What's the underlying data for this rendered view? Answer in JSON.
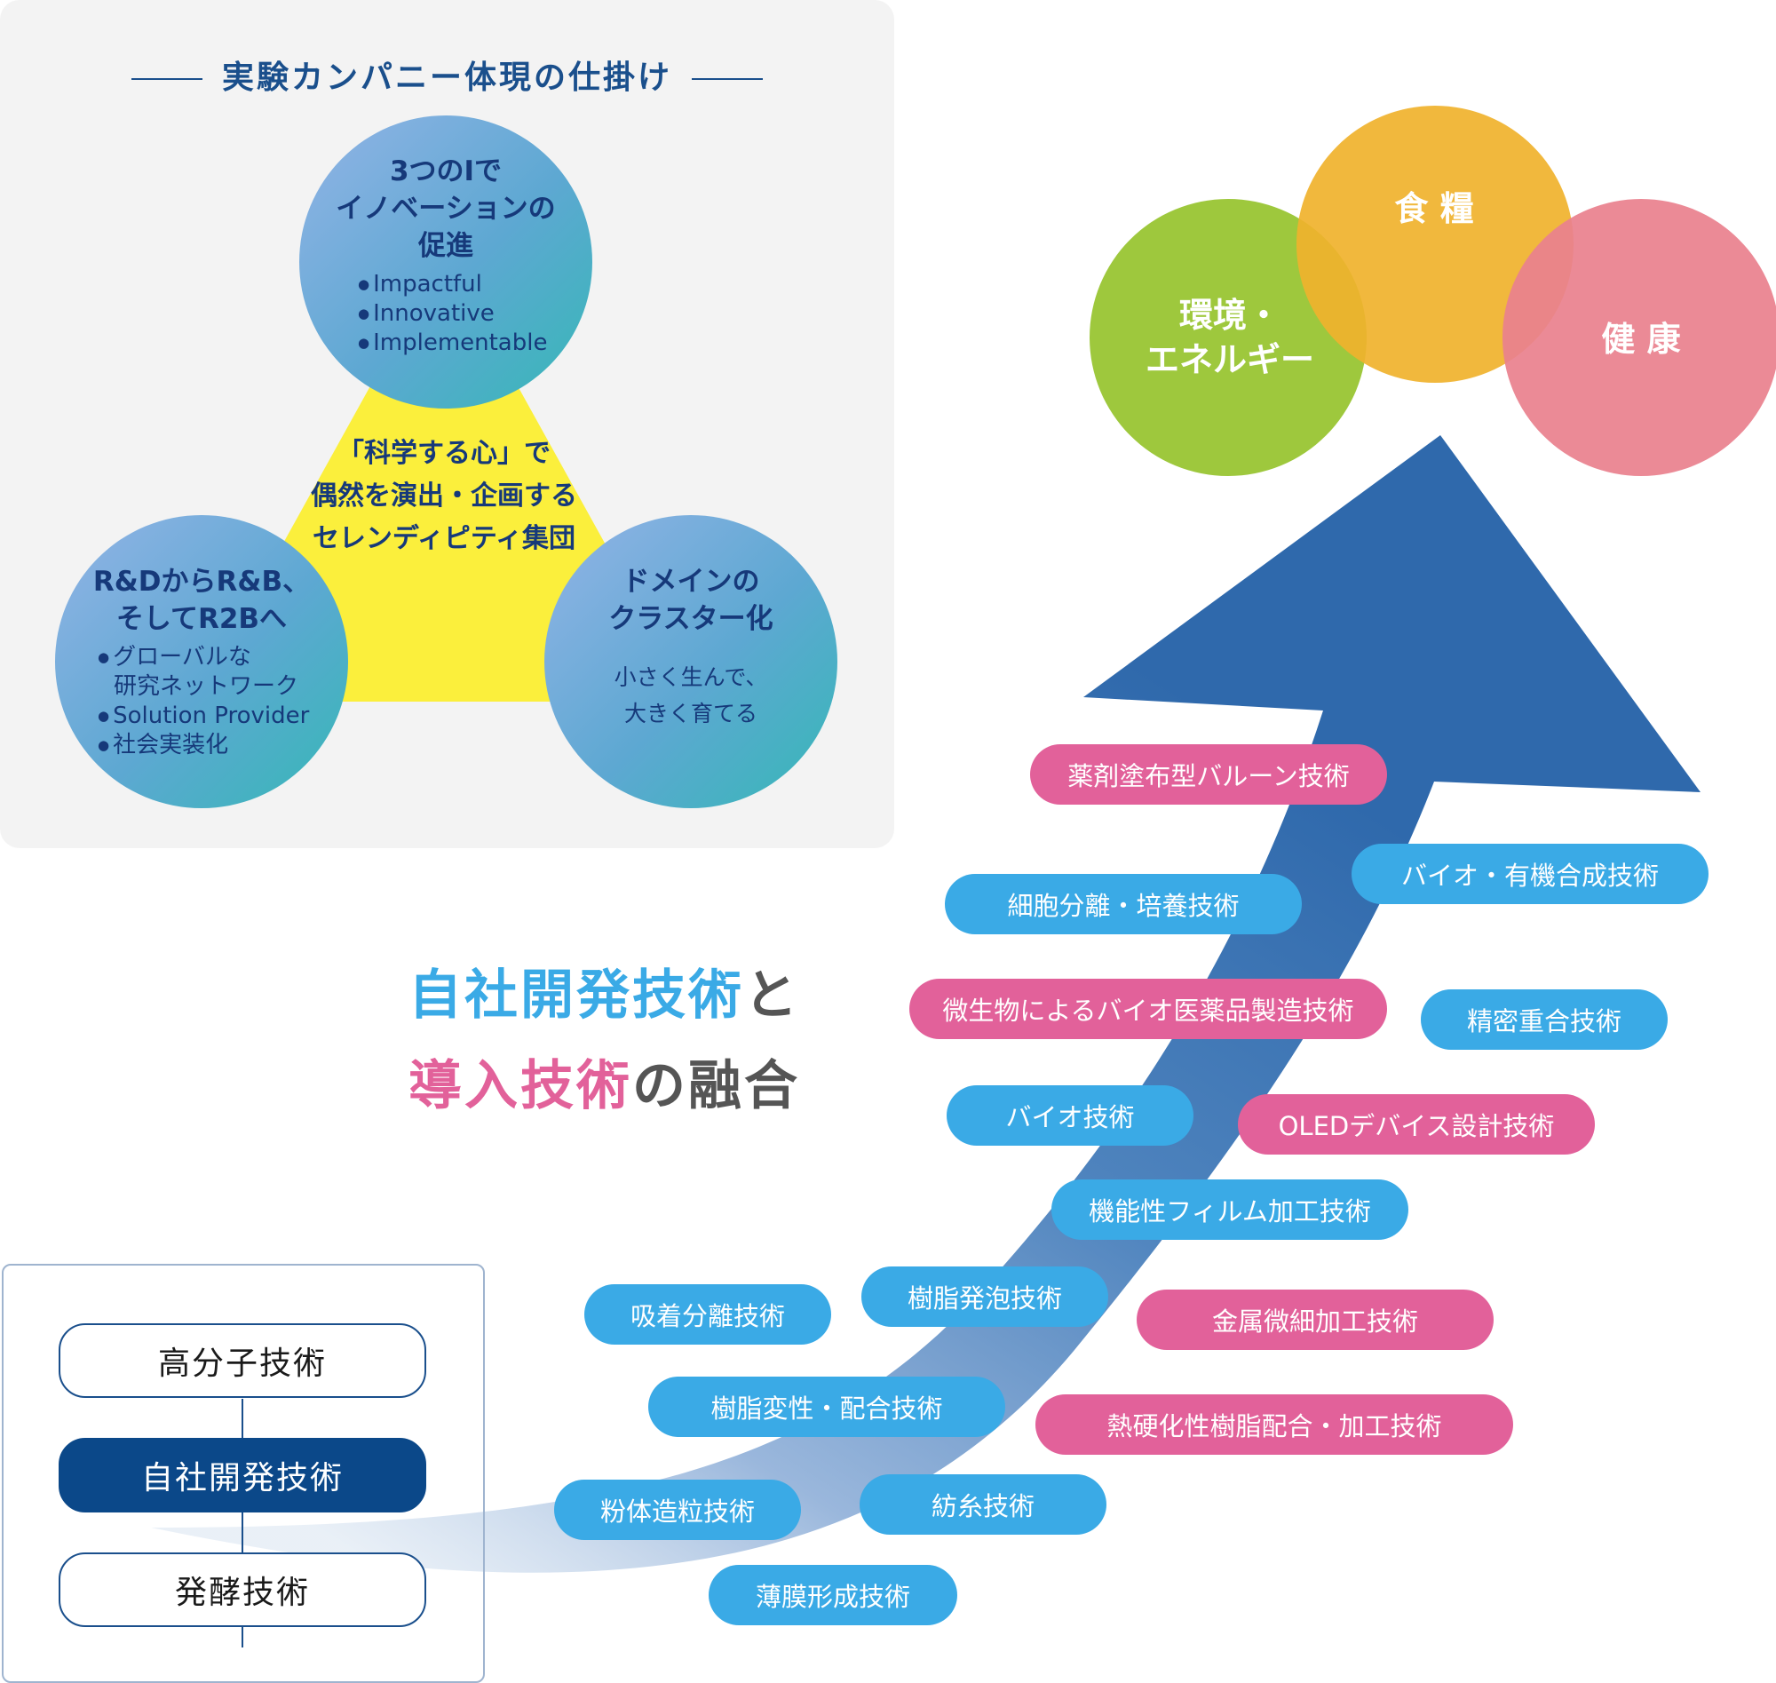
{
  "panel": {
    "title": "実験カンパニー体現の仕掛け",
    "center_text": "「科学する心」で\n偶然を演出・企画する\nセレンディピティ集団",
    "circle_top": {
      "title": "3つのIで\nイノベーションの\n促進",
      "items": [
        "Impactful",
        "Innovative",
        "Implementable"
      ]
    },
    "circle_left": {
      "title": "R&DからR&B、\nそしてR2Bへ",
      "items": [
        "グローバルな",
        "研究ネットワーク",
        "Solution Provider",
        "社会実装化"
      ]
    },
    "circle_right": {
      "title": "ドメインの\nクラスター化",
      "text": "小さく生んで、\n大きく育てる"
    }
  },
  "goals": {
    "env": "環境・\nエネルギー",
    "food": "食 糧",
    "health": "健 康"
  },
  "headline": {
    "part1": "自社開発技術",
    "part2": "と",
    "part3": "導入技術",
    "part4": "の融合"
  },
  "technologies": [
    {
      "label": "薬剤塗布型バルーン技術",
      "kind": "pink"
    },
    {
      "label": "バイオ・有機合成技術",
      "kind": "blue"
    },
    {
      "label": "細胞分離・培養技術",
      "kind": "blue"
    },
    {
      "label": "微生物によるバイオ医薬品製造技術",
      "kind": "pink"
    },
    {
      "label": "精密重合技術",
      "kind": "blue"
    },
    {
      "label": "バイオ技術",
      "kind": "blue"
    },
    {
      "label": "OLEDデバイス設計技術",
      "kind": "pink"
    },
    {
      "label": "機能性フィルム加工技術",
      "kind": "blue"
    },
    {
      "label": "吸着分離技術",
      "kind": "blue"
    },
    {
      "label": "樹脂発泡技術",
      "kind": "blue"
    },
    {
      "label": "金属微細加工技術",
      "kind": "pink"
    },
    {
      "label": "樹脂変性・配合技術",
      "kind": "blue"
    },
    {
      "label": "熱硬化性樹脂配合・加工技術",
      "kind": "pink"
    },
    {
      "label": "粉体造粒技術",
      "kind": "blue"
    },
    {
      "label": "紡糸技術",
      "kind": "blue"
    },
    {
      "label": "薄膜形成技術",
      "kind": "blue"
    }
  ],
  "core_tech": [
    "高分子技術",
    "自社開発技術",
    "発酵技術"
  ],
  "colors": {
    "blue_pill": "#3aaae6",
    "pink_pill": "#e2619a",
    "navy": "#0b4889",
    "arrow": "#2f69ac",
    "triangle": "#fbef3c",
    "env_green": "#9bc637",
    "food_yellow": "#f0b22d",
    "health_pink": "#e9818e"
  }
}
